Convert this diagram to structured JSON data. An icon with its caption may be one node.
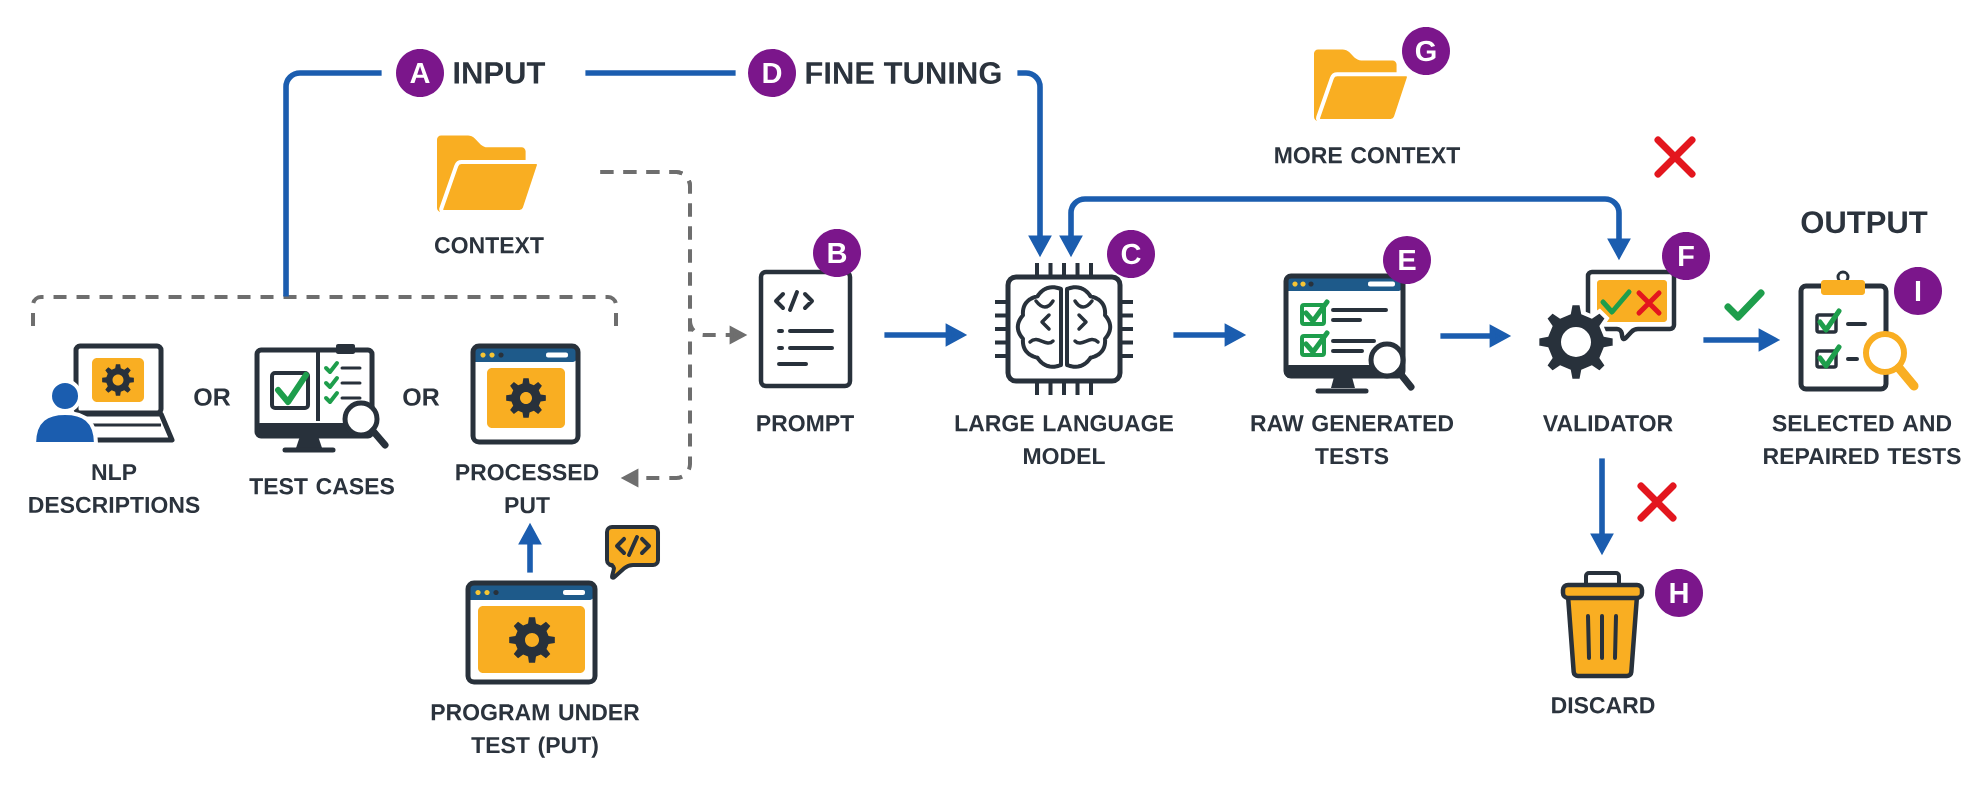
{
  "diagram": {
    "nodes": [
      {
        "text": [],
        "shape": "bracket"
      },
      {
        "text": [
          "A",
          "INPUT"
        ]
      },
      {
        "text": [
          "D",
          "FINE TUNING"
        ]
      },
      {
        "text": [
          "CONTEXT"
        ]
      },
      {
        "text": [
          "NLP DESCRIPTIONS"
        ]
      },
      {
        "text": [
          "TEST CASES"
        ]
      },
      {
        "text": [
          "PROCESSED PUT"
        ]
      },
      {
        "text": [
          "PROGRAM UNDER TEST (PUT)"
        ]
      },
      {
        "text": [
          "B",
          "PROMPT"
        ]
      },
      {
        "text": [
          "C",
          "LARGE LANGUAGE MODEL"
        ]
      },
      {
        "text": [
          "G",
          "MORE CONTEXT"
        ]
      },
      {
        "text": [
          "E",
          "RAW GENERATED TESTS"
        ]
      },
      {
        "text": [
          "F",
          "VALIDATOR"
        ]
      },
      {
        "text": [
          "OUTPUT",
          "I",
          "SELECTED AND REPAIRED TESTS"
        ]
      },
      {
        "text": [
          "H",
          "DISCARD"
        ]
      }
    ],
    "edges": [
      {
        "from": 0,
        "to": 1,
        "arrow": "none"
      },
      {
        "from": 1,
        "to": 2,
        "arrow": "none"
      },
      {
        "from": 2,
        "to": 9,
        "arrow": "to"
      },
      {
        "from": 3,
        "to": 8,
        "arrow": "to",
        "style": "dashed",
        "color": "#6e6e6e"
      },
      {
        "from": 3,
        "to": 6,
        "arrow": "to",
        "style": "dashed",
        "color": "#6e6e6e"
      },
      {
        "from": 7,
        "to": 6,
        "arrow": "to"
      },
      {
        "from": 8,
        "to": 9,
        "arrow": "to"
      },
      {
        "from": 9,
        "to": 11,
        "arrow": "to"
      },
      {
        "from": 11,
        "to": 12,
        "arrow": "to"
      },
      {
        "from": 9,
        "to": 12,
        "arrow": "both"
      },
      {
        "from": 12,
        "to": 13,
        "arrow": "to"
      },
      {
        "from": 12,
        "to": 14,
        "arrow": "to"
      }
    ],
    "labels": [
      "OR",
      "OR"
    ]
  }
}
